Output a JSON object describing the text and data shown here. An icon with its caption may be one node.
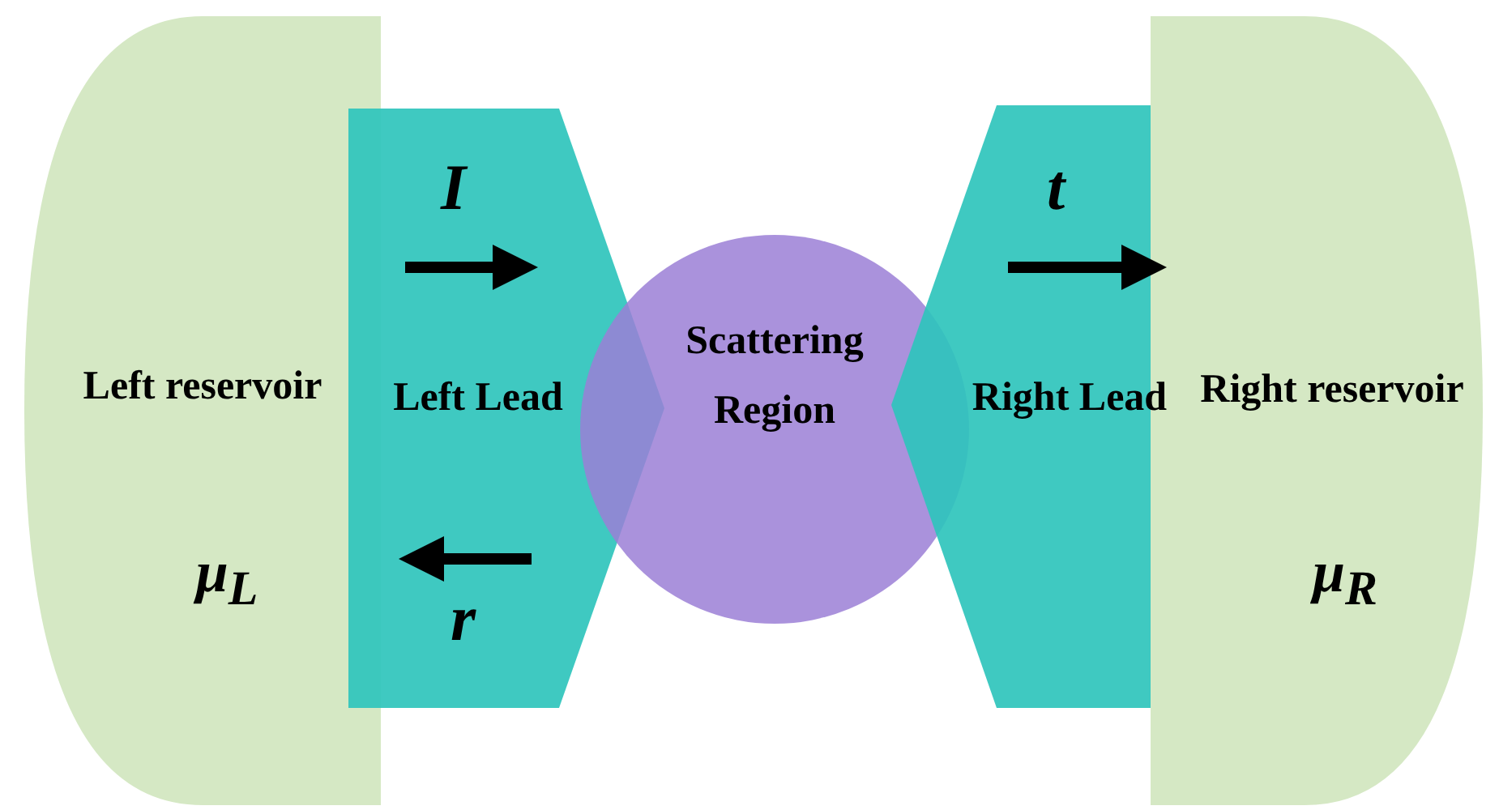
{
  "diagram": {
    "nodes": [
      {
        "text": [
          "Left reservoir",
          "μ$_{L}$"
        ]
      },
      {
        "text": [
          "Left Lead"
        ]
      },
      {
        "text": [
          "Scattering Region"
        ]
      },
      {
        "text": [
          "Right Lead"
        ]
      },
      {
        "text": [
          "Right reservoir",
          "μ$_{R}$"
        ]
      }
    ],
    "edges": [],
    "labels": [
      "I",
      "t",
      "r"
    ]
  }
}
